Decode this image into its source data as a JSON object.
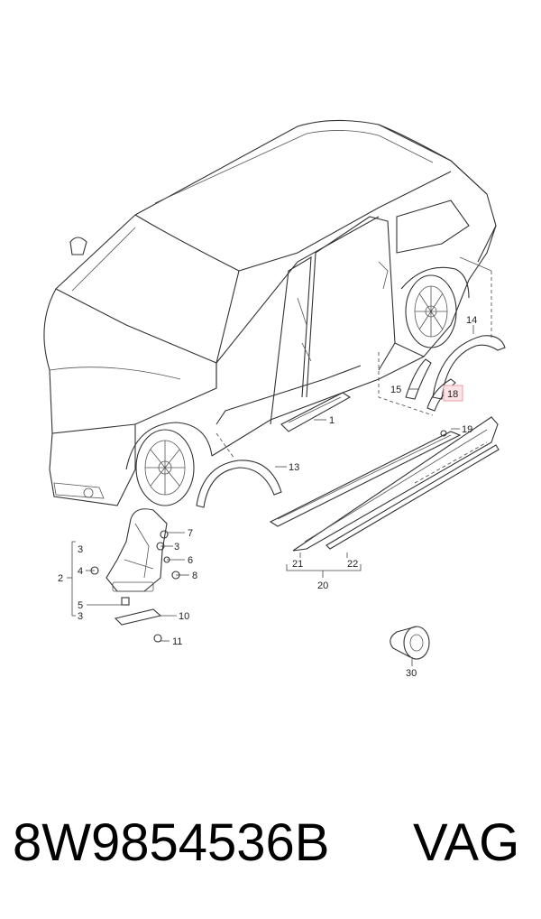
{
  "diagram": {
    "callouts": [
      {
        "id": "1",
        "label": "1"
      },
      {
        "id": "2",
        "label": "2"
      },
      {
        "id": "3a",
        "label": "3"
      },
      {
        "id": "3b",
        "label": "3"
      },
      {
        "id": "3c",
        "label": "3"
      },
      {
        "id": "4",
        "label": "4"
      },
      {
        "id": "5",
        "label": "5"
      },
      {
        "id": "6",
        "label": "6"
      },
      {
        "id": "7",
        "label": "7"
      },
      {
        "id": "8",
        "label": "8"
      },
      {
        "id": "10",
        "label": "10"
      },
      {
        "id": "11",
        "label": "11"
      },
      {
        "id": "13",
        "label": "13"
      },
      {
        "id": "14",
        "label": "14"
      },
      {
        "id": "15",
        "label": "15"
      },
      {
        "id": "18",
        "label": "18",
        "highlighted": true
      },
      {
        "id": "19",
        "label": "19"
      },
      {
        "id": "20",
        "label": "20"
      },
      {
        "id": "21",
        "label": "21"
      },
      {
        "id": "22",
        "label": "22"
      },
      {
        "id": "30",
        "label": "30"
      }
    ],
    "highlight_color": "#e8a0a8",
    "highlight_fill": "#fbe3e6"
  },
  "footer": {
    "part_number": "8W9854536B",
    "brand": "VAG"
  }
}
